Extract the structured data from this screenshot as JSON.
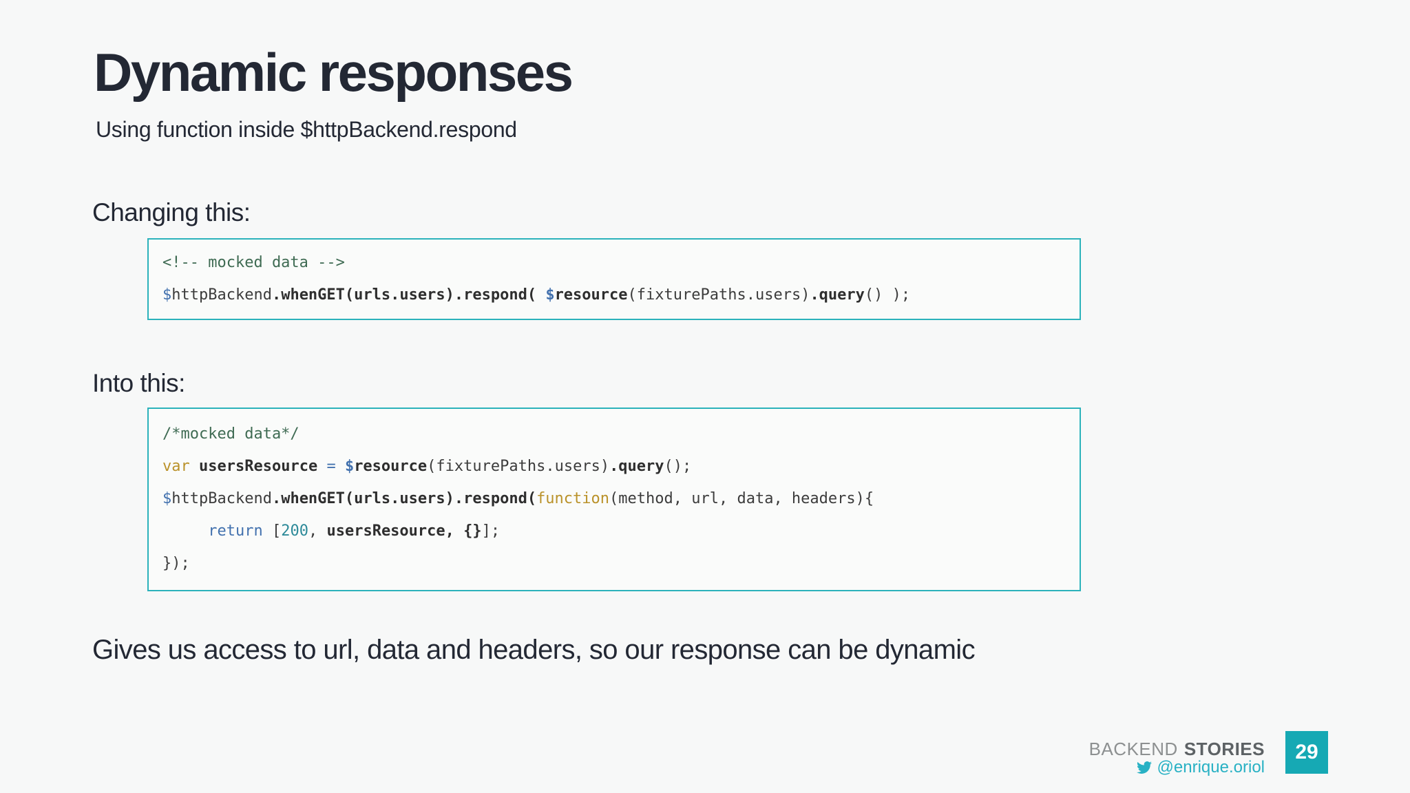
{
  "slide": {
    "title": "Dynamic responses",
    "subtitle": "Using function inside $httpBackend.respond",
    "statement": "Gives us access to url, data and headers, so our response can be dynamic"
  },
  "sections": [
    {
      "heading": "Changing this:"
    },
    {
      "heading": "Into this:"
    }
  ],
  "code_blocks": [
    {
      "name": "before",
      "lines": [
        [
          {
            "t": "<!-- mocked data -->",
            "s": "c"
          }
        ],
        [
          {
            "t": "$",
            "s": "d"
          },
          {
            "t": "httpBackend",
            "s": "p"
          },
          {
            "t": ".whenGET(urls.users).respond(",
            "s": "b"
          },
          {
            "t": " ",
            "s": "p"
          },
          {
            "t": "$",
            "s": "db"
          },
          {
            "t": "resource",
            "s": "b"
          },
          {
            "t": "(fixturePaths.users)",
            "s": "p"
          },
          {
            "t": ".query",
            "s": "b"
          },
          {
            "t": "() );",
            "s": "p"
          }
        ]
      ]
    },
    {
      "name": "after",
      "lines": [
        [
          {
            "t": "/*mocked data*/",
            "s": "c"
          }
        ],
        [
          {
            "t": "var",
            "s": "k"
          },
          {
            "t": " ",
            "s": "p"
          },
          {
            "t": "usersResource",
            "s": "b"
          },
          {
            "t": " ",
            "s": "p"
          },
          {
            "t": "=",
            "s": "d"
          },
          {
            "t": " ",
            "s": "p"
          },
          {
            "t": "$",
            "s": "db"
          },
          {
            "t": "resource",
            "s": "b"
          },
          {
            "t": "(fixturePaths.users)",
            "s": "p"
          },
          {
            "t": ".query",
            "s": "b"
          },
          {
            "t": "();",
            "s": "p"
          }
        ],
        [
          {
            "t": "$",
            "s": "d"
          },
          {
            "t": "httpBackend",
            "s": "p"
          },
          {
            "t": ".whenGET(urls.users).respond(",
            "s": "b"
          },
          {
            "t": "function",
            "s": "k"
          },
          {
            "t": "(method, url, data, headers){",
            "s": "p"
          }
        ],
        [
          {
            "t": "     ",
            "s": "p"
          },
          {
            "t": "return",
            "s": "d"
          },
          {
            "t": " [",
            "s": "p"
          },
          {
            "t": "200",
            "s": "n"
          },
          {
            "t": ", ",
            "s": "p"
          },
          {
            "t": "usersResource, {}",
            "s": "b"
          },
          {
            "t": "];",
            "s": "p"
          }
        ],
        [
          {
            "t": "});",
            "s": "p"
          }
        ]
      ]
    }
  ],
  "footer": {
    "brand_light": "BACKEND",
    "brand_bold": "STORIES",
    "twitter_icon": "twitter-bird-icon",
    "twitter_handle": "@enrique.oriol",
    "page_number": "29"
  },
  "colors": {
    "background": "#f7f8f8",
    "text_dark": "#232834",
    "code_box_border": "#2bb2bb",
    "code_box_background": "#fafbfa",
    "code_comment_green": "#3f6b53",
    "code_blue": "#4271ae",
    "code_gold": "#ba922a",
    "code_number_teal": "#2d8a99",
    "code_plain": "#3c3c3c",
    "footer_teal": "#28b1c4",
    "page_square_teal": "#16a9b4",
    "brand_light_gray": "#8d9091",
    "brand_bold_gray": "#5d6265"
  }
}
